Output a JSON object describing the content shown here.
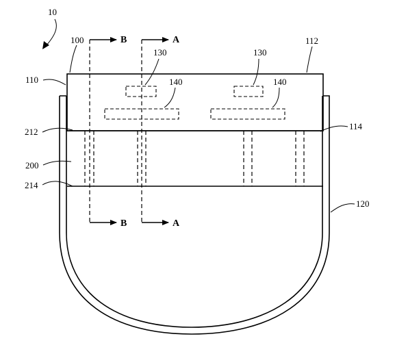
{
  "figure_ref": "10",
  "labels": {
    "l100": "100",
    "l112": "112",
    "l110": "110",
    "l130a": "130",
    "l130b": "130",
    "l140a": "140",
    "l140b": "140",
    "l212": "212",
    "l114": "114",
    "l200": "200",
    "l214": "214",
    "l120": "120"
  },
  "section_marks": {
    "b_top": "B",
    "a_top": "A",
    "b_bottom": "B",
    "a_bottom": "A"
  }
}
